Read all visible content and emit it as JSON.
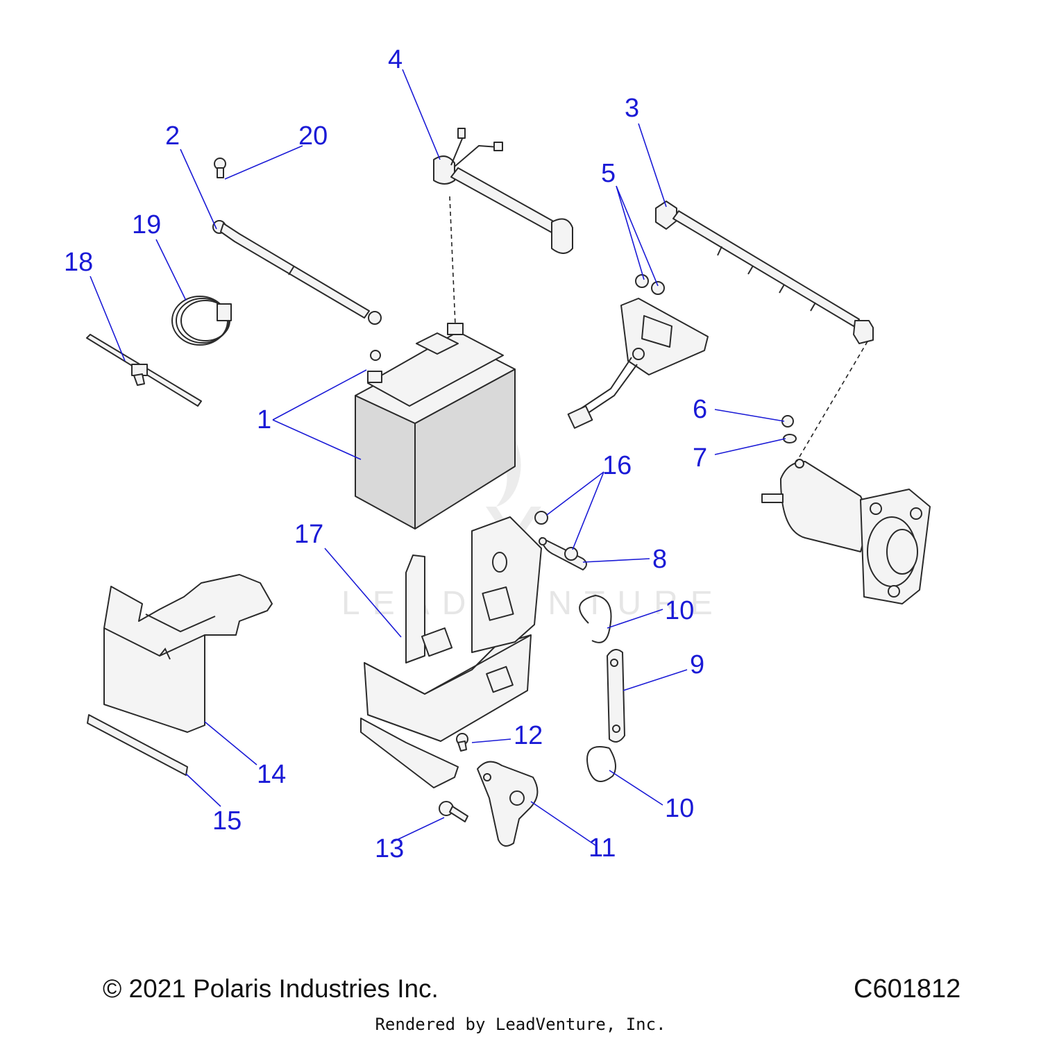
{
  "callouts": [
    {
      "id": "1",
      "label": "1"
    },
    {
      "id": "2",
      "label": "2"
    },
    {
      "id": "3",
      "label": "3"
    },
    {
      "id": "4",
      "label": "4"
    },
    {
      "id": "5",
      "label": "5"
    },
    {
      "id": "6",
      "label": "6"
    },
    {
      "id": "7",
      "label": "7"
    },
    {
      "id": "8",
      "label": "8"
    },
    {
      "id": "9",
      "label": "9"
    },
    {
      "id": "10a",
      "label": "10"
    },
    {
      "id": "10b",
      "label": "10"
    },
    {
      "id": "11",
      "label": "11"
    },
    {
      "id": "12",
      "label": "12"
    },
    {
      "id": "13",
      "label": "13"
    },
    {
      "id": "14",
      "label": "14"
    },
    {
      "id": "15",
      "label": "15"
    },
    {
      "id": "16",
      "label": "16"
    },
    {
      "id": "17",
      "label": "17"
    },
    {
      "id": "18",
      "label": "18"
    },
    {
      "id": "19",
      "label": "19"
    },
    {
      "id": "20",
      "label": "20"
    }
  ],
  "watermark": "LEADVENTURE",
  "footer": {
    "copyright": "© 2021 Polaris Industries Inc.",
    "diagram_code": "C601812",
    "render_credit": "Rendered by LeadVenture, Inc."
  },
  "colors": {
    "callout": "#1a1ad6",
    "part_stroke": "#2a2a2a",
    "part_fill": "#f4f4f4",
    "battery_fill": "#e2e2e2"
  }
}
